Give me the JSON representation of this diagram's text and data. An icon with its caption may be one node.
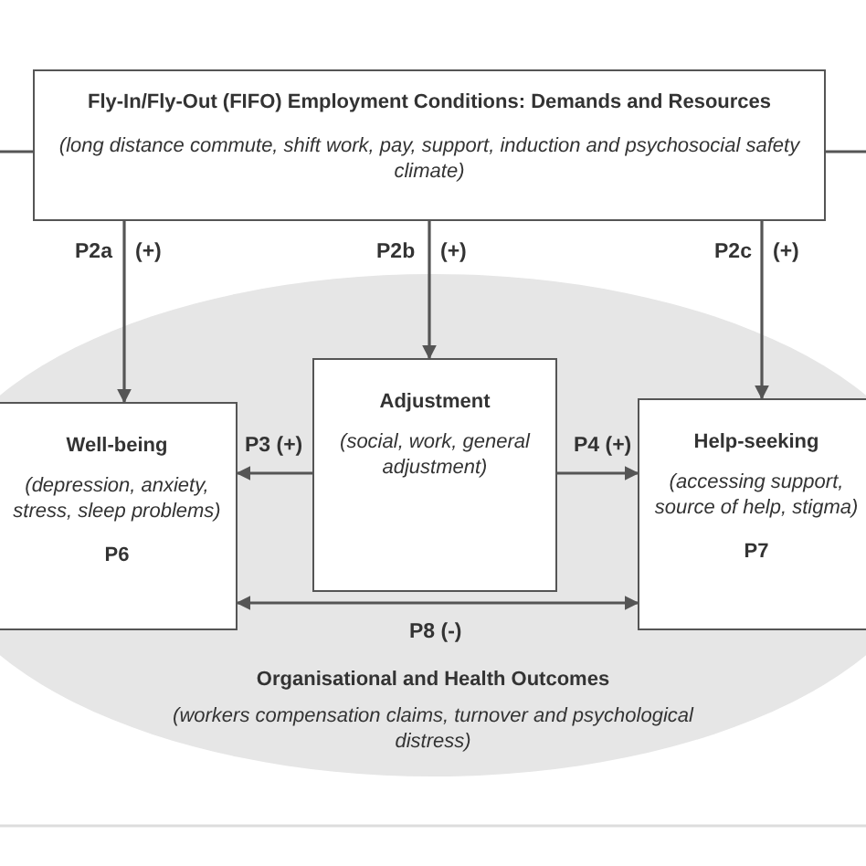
{
  "diagram": {
    "nodes": [
      {
        "text": [
          "Fly-In/Fly-Out (FIFO) Employment Conditions: Demands and Resources",
          "(long distance commute, shift work, pay, support, induction and psychosocial safety climate)"
        ]
      },
      {
        "text": [
          "Organisational and Health Outcomes",
          "(workers compensation claims, turnover and psychological distress)"
        ]
      },
      {
        "text": [
          "Well-being",
          "(depression, anxiety, stress, sleep problems)",
          "P6"
        ],
        "in": 1
      },
      {
        "text": [
          "Adjustment",
          "(social, work, general adjustment)"
        ],
        "in": 1
      },
      {
        "text": [
          "Help-seeking",
          "(accessing support, source of help, stigma)",
          "P7"
        ],
        "in": 1
      }
    ],
    "edges": [
      {
        "from": 0,
        "to": 2,
        "arrow": "to",
        "label": "P2a"
      },
      {
        "from": 0,
        "to": 3,
        "arrow": "to",
        "label": "P2b"
      },
      {
        "from": 0,
        "to": 4,
        "arrow": "to",
        "label": "P2c"
      },
      {
        "from": 3,
        "to": 2,
        "arrow": "to",
        "label": "P3 (+)"
      },
      {
        "from": 3,
        "to": 4,
        "arrow": "to",
        "label": "P4 (+)"
      },
      {
        "from": 2,
        "to": 4,
        "arrow": "both",
        "label": "P8 (-)"
      },
      {
        "from": 0,
        "to": null,
        "arrow": "none"
      },
      {
        "from": 0,
        "to": null,
        "arrow": "none"
      }
    ],
    "labels": [
      "(+)",
      "(+)",
      "(+)"
    ]
  }
}
